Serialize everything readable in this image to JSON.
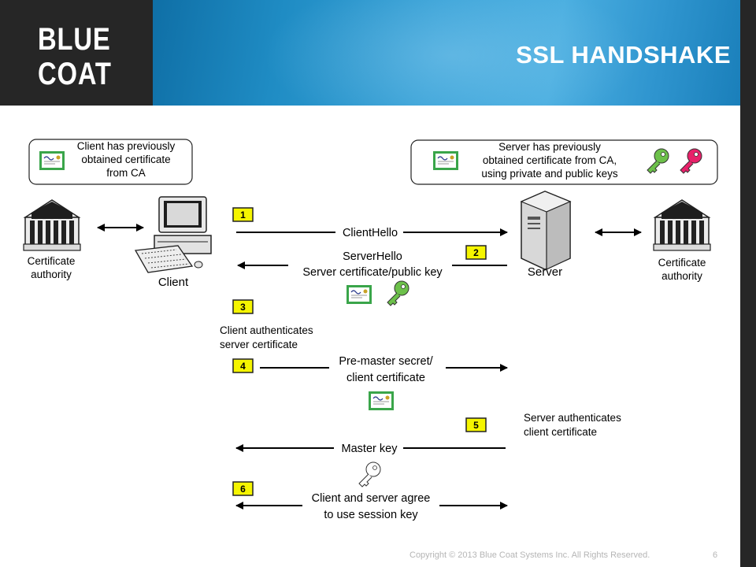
{
  "header": {
    "logo_line1": "BLUE",
    "logo_line2": "COAT",
    "title": "SSL HANDSHAKE"
  },
  "diagram": {
    "client_note": [
      "Client has previously",
      "obtained certificate",
      "from CA"
    ],
    "server_note": [
      "Server has previously",
      "obtained certificate from CA,",
      "using private and public keys"
    ],
    "ca_left_label": [
      "Certificate",
      "authority"
    ],
    "ca_right_label": [
      "Certificate",
      "authority"
    ],
    "client_label": "Client",
    "server_label": "Server",
    "steps": [
      {
        "number": "1",
        "label": [
          "ClientHello"
        ],
        "direction": "client-to-server"
      },
      {
        "number": "2",
        "label": [
          "ServerHello",
          "Server certificate/public key"
        ],
        "direction": "server-to-client"
      },
      {
        "number": "3",
        "label": [
          "Client authenticates",
          "server certificate"
        ],
        "direction": "none"
      },
      {
        "number": "4",
        "label": [
          "Pre-master secret/",
          "client certificate"
        ],
        "direction": "client-to-server"
      },
      {
        "number": "5",
        "label": [
          "Server authenticates",
          "client certificate"
        ],
        "direction": "none"
      },
      {
        "number": "6",
        "label": [
          "Client and server agree",
          "to use session key"
        ],
        "direction": "both"
      }
    ],
    "master_key_label": "Master key",
    "colors": {
      "step_badge": "#f5f500",
      "public_key": "#6cc04a",
      "private_key": "#e8216a",
      "session_key": "#4a6fb0",
      "certificate": "#3aa54a"
    }
  },
  "footer": {
    "copyright": "Copyright © 2013 Blue Coat Systems Inc.  All Rights Reserved.",
    "page_number": "6"
  }
}
